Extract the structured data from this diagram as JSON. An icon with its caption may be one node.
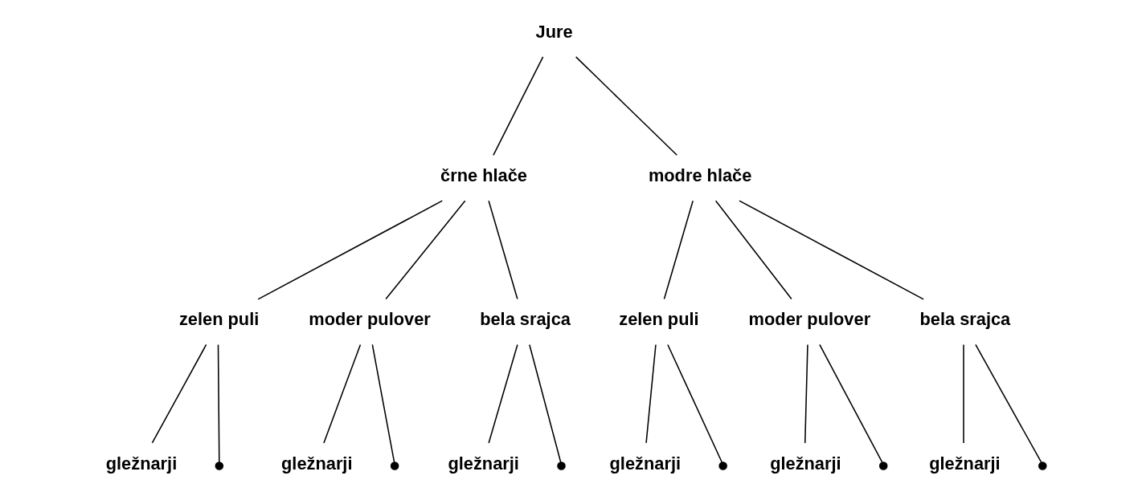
{
  "diagram": {
    "nodes": [
      {
        "text": [
          "Jure"
        ]
      },
      {
        "text": [
          "črne hlače"
        ]
      },
      {
        "text": [
          "modre hlače"
        ]
      },
      {
        "text": [
          "zelen puli"
        ]
      },
      {
        "text": [
          "moder pulover"
        ]
      },
      {
        "text": [
          "bela srajca"
        ]
      },
      {
        "text": [
          "zelen puli"
        ]
      },
      {
        "text": [
          "moder pulover"
        ]
      },
      {
        "text": [
          "bela srajca"
        ]
      },
      {
        "text": [
          "gležnarji"
        ]
      },
      {
        "text": [],
        "shape": "point"
      },
      {
        "text": [
          "gležnarji"
        ]
      },
      {
        "text": [],
        "shape": "point"
      },
      {
        "text": [
          "gležnarji"
        ]
      },
      {
        "text": [],
        "shape": "point"
      },
      {
        "text": [
          "gležnarji"
        ]
      },
      {
        "text": [],
        "shape": "point"
      },
      {
        "text": [
          "gležnarji"
        ]
      },
      {
        "text": [],
        "shape": "point"
      },
      {
        "text": [
          "gležnarji"
        ]
      },
      {
        "text": [],
        "shape": "point"
      }
    ],
    "edges": [
      {
        "from": 0,
        "to": 1,
        "arrow": "none"
      },
      {
        "from": 0,
        "to": 2,
        "arrow": "none"
      },
      {
        "from": 1,
        "to": 3,
        "arrow": "none"
      },
      {
        "from": 1,
        "to": 4,
        "arrow": "none"
      },
      {
        "from": 1,
        "to": 5,
        "arrow": "none"
      },
      {
        "from": 2,
        "to": 6,
        "arrow": "none"
      },
      {
        "from": 2,
        "to": 7,
        "arrow": "none"
      },
      {
        "from": 2,
        "to": 8,
        "arrow": "none"
      },
      {
        "from": 3,
        "to": 9,
        "arrow": "none"
      },
      {
        "from": 3,
        "to": 10,
        "arrow": "none"
      },
      {
        "from": 4,
        "to": 11,
        "arrow": "none"
      },
      {
        "from": 4,
        "to": 12,
        "arrow": "none"
      },
      {
        "from": 5,
        "to": 13,
        "arrow": "none"
      },
      {
        "from": 5,
        "to": 14,
        "arrow": "none"
      },
      {
        "from": 6,
        "to": 15,
        "arrow": "none"
      },
      {
        "from": 6,
        "to": 16,
        "arrow": "none"
      },
      {
        "from": 7,
        "to": 17,
        "arrow": "none"
      },
      {
        "from": 7,
        "to": 18,
        "arrow": "none"
      },
      {
        "from": 8,
        "to": 19,
        "arrow": "none"
      },
      {
        "from": 8,
        "to": 20,
        "arrow": "none"
      }
    ]
  }
}
